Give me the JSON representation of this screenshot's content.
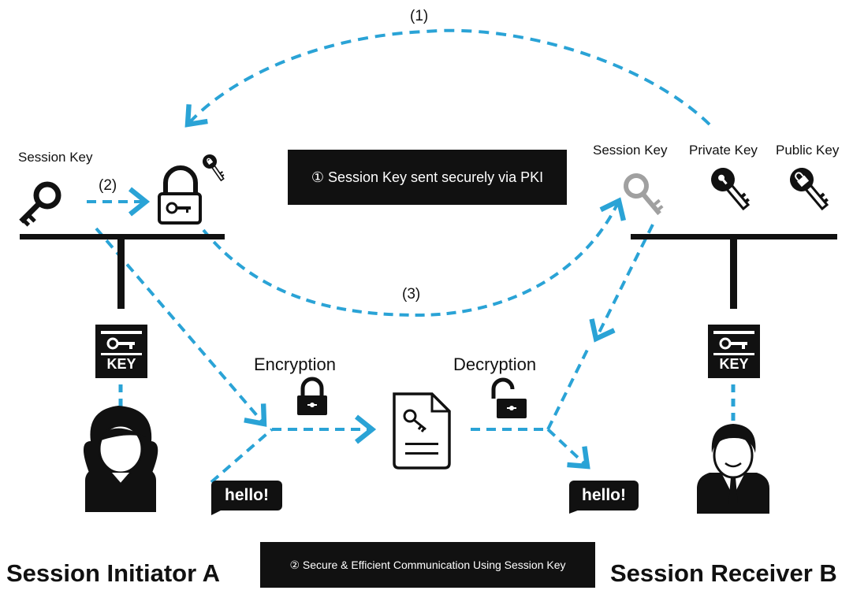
{
  "labels": {
    "step1": "(1)",
    "step2": "(2)",
    "step3": "(3)",
    "left_session_key": "Session Key",
    "right_session_key": "Session Key",
    "private_key": "Private Key",
    "public_key": "Public Key",
    "encryption": "Encryption",
    "decryption": "Decryption",
    "key_badge": "KEY",
    "bubble_text": "hello!"
  },
  "notes": {
    "pki": "① Session Key sent securely via PKI",
    "efficient": "② Secure & Efficient Communication Using Session Key"
  },
  "titles": {
    "initiator": "Session Initiator A",
    "receiver": "Session Receiver B"
  },
  "colors": {
    "arrow": "#2aa3d6",
    "ink": "#111111",
    "grey_key": "#a0a0a0"
  },
  "icons": [
    "key-icon",
    "padlock-icon",
    "small-lock-key-icon",
    "grey-key-icon",
    "private-key-icon",
    "public-key-icon",
    "key-badge-icon",
    "woman-avatar-icon",
    "man-avatar-icon",
    "closed-lock-icon",
    "open-lock-icon",
    "document-icon",
    "speech-bubble-icon"
  ]
}
